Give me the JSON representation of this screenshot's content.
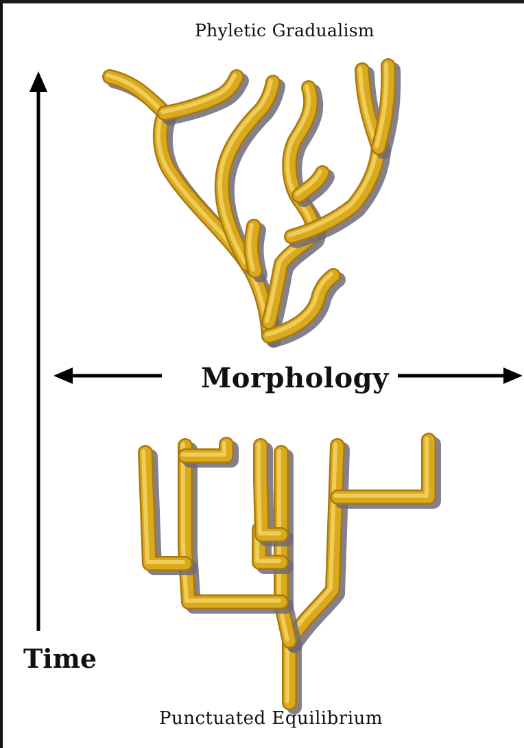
{
  "diagram": {
    "top_title": "Phyletic Gradualism",
    "bottom_title": "Punctuated Equilibrium",
    "horizontal_axis_label": "Morphology",
    "vertical_axis_label": "Time",
    "branch_color": "#d9a91e",
    "shadow_color": "#6f6a78",
    "arrow_color": "#000000"
  }
}
